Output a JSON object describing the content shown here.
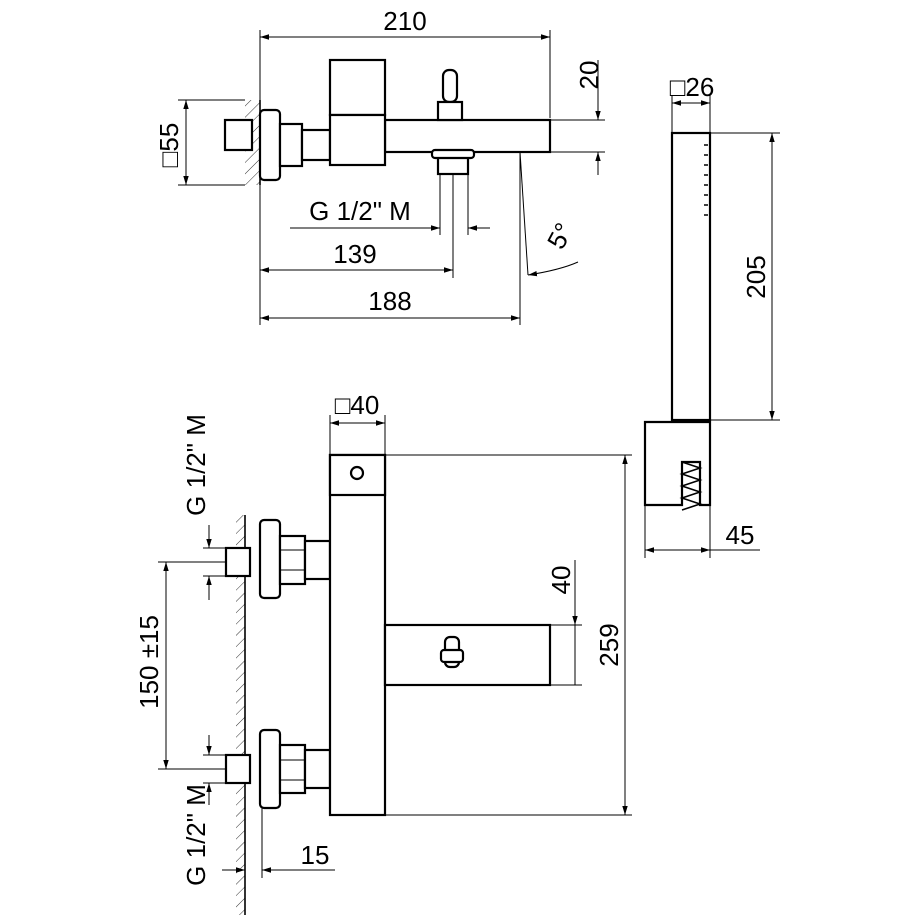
{
  "title": "Bath mixer with hand shower – dimensional drawing",
  "top_view": {
    "overall_width": "210",
    "spout_height": "20",
    "flange_size": "□55",
    "outlet_thread": "G 1/2\" M",
    "outlet_distance": "139",
    "spout_angle": "5°",
    "spout_length": "188"
  },
  "hand_shower": {
    "section": "□26",
    "length": "205",
    "holder_depth": "45"
  },
  "front_view": {
    "body_section": "□40",
    "inlet_thread_top": "G 1/2\" M",
    "inlet_spacing": "150 ±15",
    "inlet_thread_bottom": "G 1/2\" M",
    "spout_thickness": "40",
    "body_height": "259",
    "wall_offset": "15"
  },
  "colors": {
    "line": "#000000",
    "background": "#ffffff"
  }
}
